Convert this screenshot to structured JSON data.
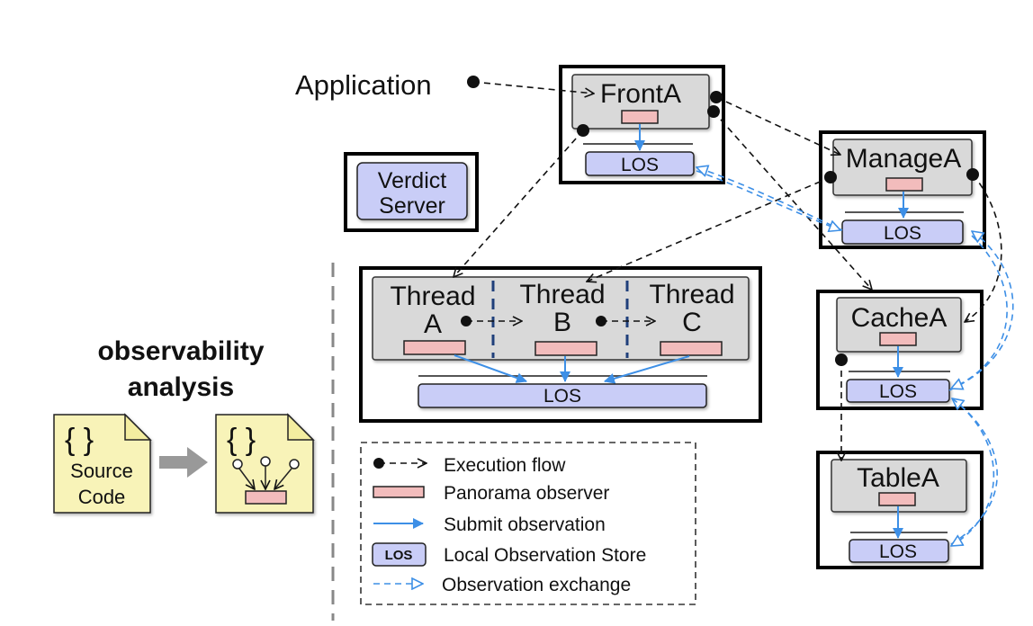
{
  "application_label": "Application",
  "verdict_server": {
    "line1": "Verdict",
    "line2": "Server"
  },
  "components": {
    "front": {
      "name": "FrontA",
      "store": "LOS"
    },
    "manage": {
      "name": "ManageA",
      "store": "LOS"
    },
    "cache": {
      "name": "CacheA",
      "store": "LOS"
    },
    "table": {
      "name": "TableA",
      "store": "LOS"
    },
    "threads": {
      "items": [
        {
          "line1": "Thread",
          "line2": "A"
        },
        {
          "line1": "Thread",
          "line2": "B"
        },
        {
          "line1": "Thread",
          "line2": "C"
        }
      ],
      "store": "LOS"
    }
  },
  "analysis": {
    "title_line1": "observability",
    "title_line2": "analysis",
    "source_doc": {
      "icon": "{ }",
      "line1": "Source",
      "line2": "Code"
    },
    "instrumented_doc": {
      "icon": "{ }"
    }
  },
  "legend": {
    "items": [
      {
        "icon": "execution-flow-icon",
        "label": "Execution flow"
      },
      {
        "icon": "panorama-observer-icon",
        "label": "Panorama observer"
      },
      {
        "icon": "submit-observation-icon",
        "label": "Submit observation"
      },
      {
        "icon": "los-icon",
        "label": "Local Observation Store",
        "badge": "LOS"
      },
      {
        "icon": "observation-exchange-icon",
        "label": "Observation exchange"
      }
    ]
  },
  "colors": {
    "outer_border": "#000000",
    "component_fill": "#d9d9d9",
    "los_fill": "#c9cdf7",
    "observer_fill": "#f2bcbc",
    "submit_arrow": "#3d8fe6",
    "exchange_arrow": "#3d8fe6",
    "document_fill": "#f8f3b8"
  }
}
